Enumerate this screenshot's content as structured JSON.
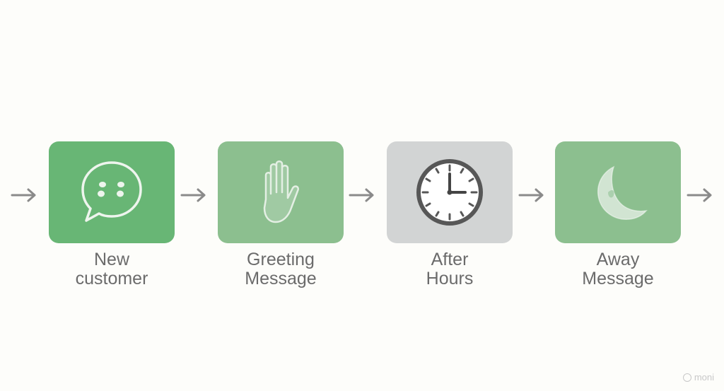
{
  "colors": {
    "background": "#fdfdfa",
    "arrow": "#8a8a8a",
    "label_text": "#6b6b6b"
  },
  "steps": [
    {
      "line1": "New",
      "line2": "customer",
      "icon": "chat-bubble-icon",
      "color": "#68b675"
    },
    {
      "line1": "Greeting",
      "line2": "Message",
      "icon": "waving-hand-icon",
      "color": "#8cbf8f"
    },
    {
      "line1": "After",
      "line2": "Hours",
      "icon": "clock-icon",
      "color": "#d2d4d4"
    },
    {
      "line1": "Away",
      "line2": "Message",
      "icon": "crescent-moon-icon",
      "color": "#8cbf8f"
    }
  ],
  "watermark": "moni"
}
